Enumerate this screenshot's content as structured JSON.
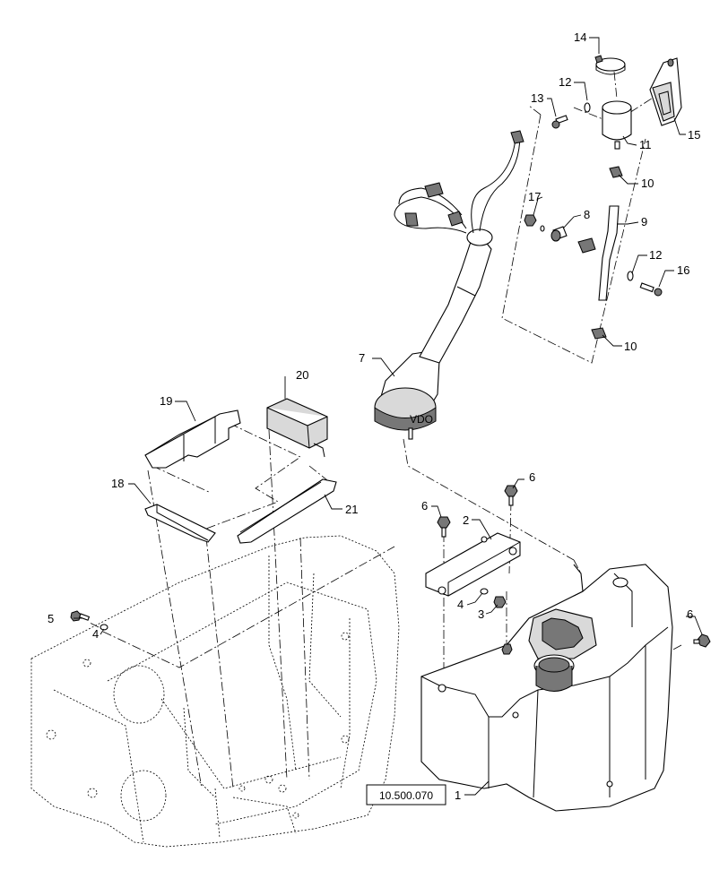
{
  "diagram": {
    "reference_box": "10.500.070",
    "callouts": {
      "c1": "1",
      "c2": "2",
      "c3": "3",
      "c4a": "4",
      "c4b": "4",
      "c5": "5",
      "c6a": "6",
      "c6b": "6",
      "c6c": "6",
      "c7": "7",
      "c8": "8",
      "c9": "9",
      "c10a": "10",
      "c10b": "10",
      "c11": "11",
      "c12a": "12",
      "c12b": "12",
      "c13": "13",
      "c14": "14",
      "c15": "15",
      "c16": "16",
      "c17": "17",
      "c18": "18",
      "c19": "19",
      "c20": "20",
      "c21": "21"
    },
    "cap_logo": "VDO"
  }
}
